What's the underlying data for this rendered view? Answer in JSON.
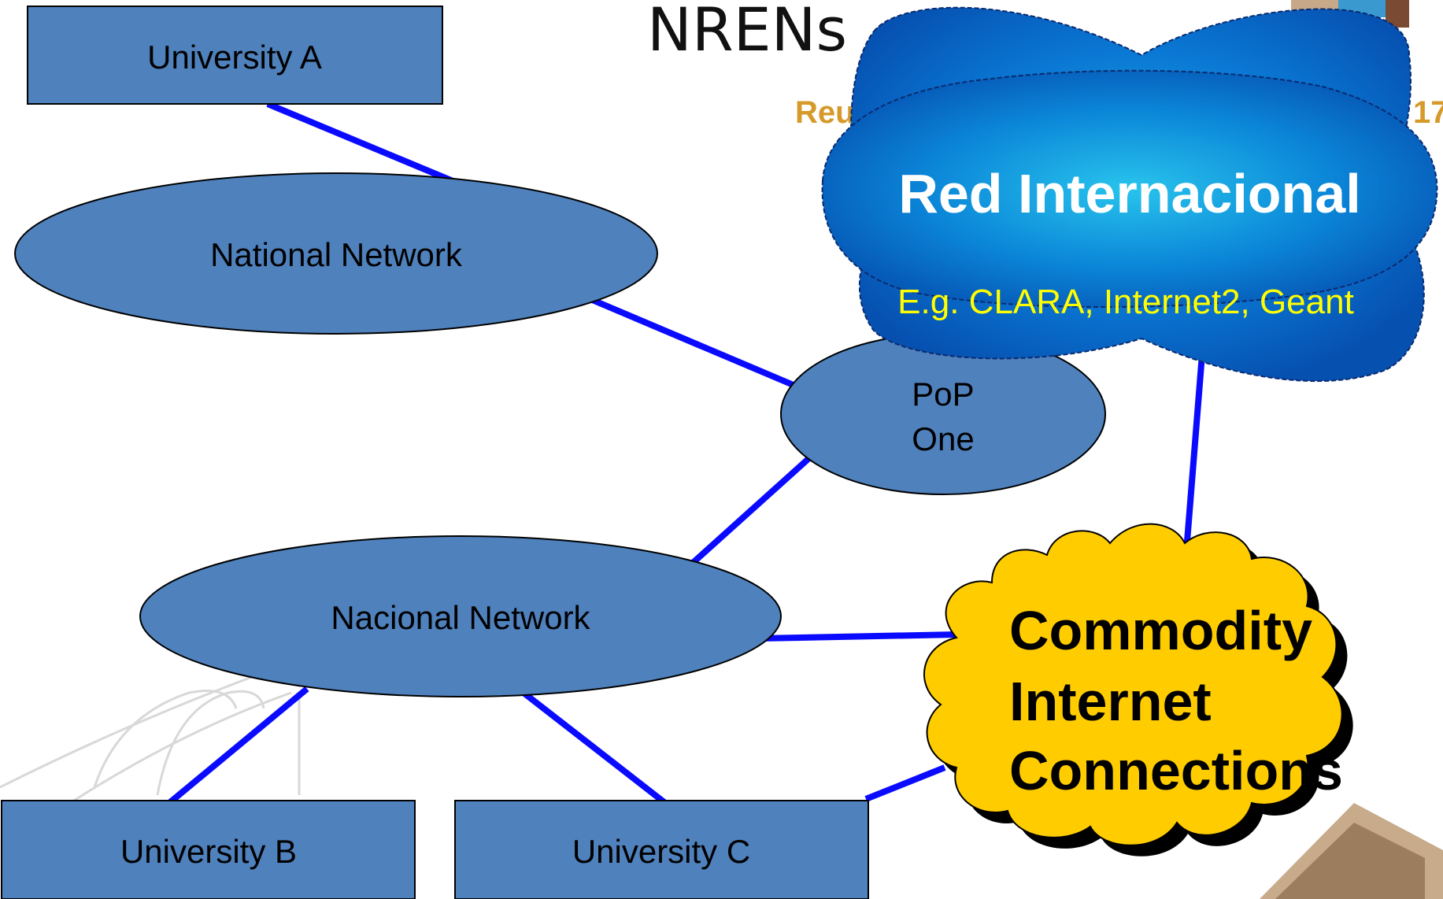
{
  "title": "NRENs",
  "banner": {
    "left": "Reun",
    "right": "17"
  },
  "boxes": {
    "university_a": "University A",
    "university_b": "University B",
    "university_c": "University C"
  },
  "networks": {
    "national": "National Network",
    "nacional": "Nacional Network",
    "pop_line1": "PoP",
    "pop_line2": "One"
  },
  "international_cloud": {
    "title": "Red Internacional",
    "subtitle": "E.g. CLARA, Internet2, Geant"
  },
  "commodity_cloud": {
    "line1": "Commodity",
    "line2": "Internet",
    "line3": "Connections"
  },
  "colors": {
    "node_fill": "#4f81bd",
    "link": "#0a0aff",
    "cloud_blue": "#0b5fc0",
    "cloud_yellow": "#ffcc00"
  }
}
